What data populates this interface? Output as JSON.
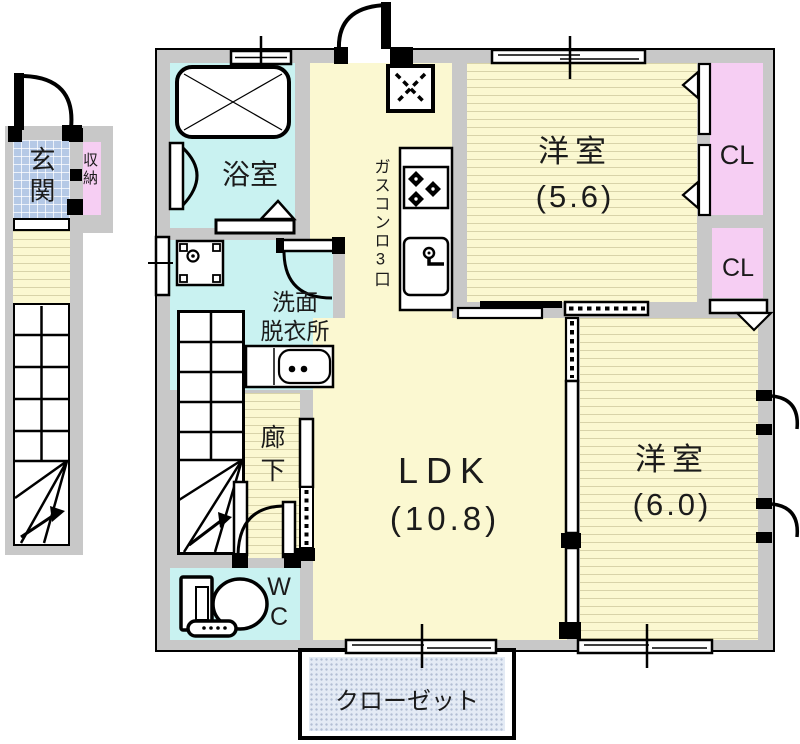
{
  "colors": {
    "wall_gray": "#c8c8c8",
    "flooring_yellow": "#fbf8d1",
    "wet_area_cyan": "#c9f2f1",
    "closet_pink": "#f6cef3",
    "entrance_tile_blue": "#b5c9e6",
    "storage_dot_blue": "#e4ebf5",
    "outline_black": "#000000"
  },
  "rooms": {
    "genkan": {
      "label": "玄関"
    },
    "shuno": {
      "label": "収納"
    },
    "bath": {
      "label": "浴室"
    },
    "washroom": {
      "line1": "洗面",
      "line2": "脱衣所"
    },
    "corridor": {
      "label": "廊下"
    },
    "wc": {
      "label": "WC"
    },
    "ldk": {
      "name": "LDK",
      "size": "(10.8)"
    },
    "kitchen": {
      "stove_label": "ガスコンロ3口"
    },
    "bedroom_upper": {
      "name": "洋室",
      "size": "(5.6)"
    },
    "bedroom_right": {
      "name": "洋室",
      "size": "(6.0)"
    },
    "cl_upper": {
      "label": "CL"
    },
    "cl_lower": {
      "label": "CL"
    },
    "closet": {
      "label": "クローゼット"
    }
  }
}
